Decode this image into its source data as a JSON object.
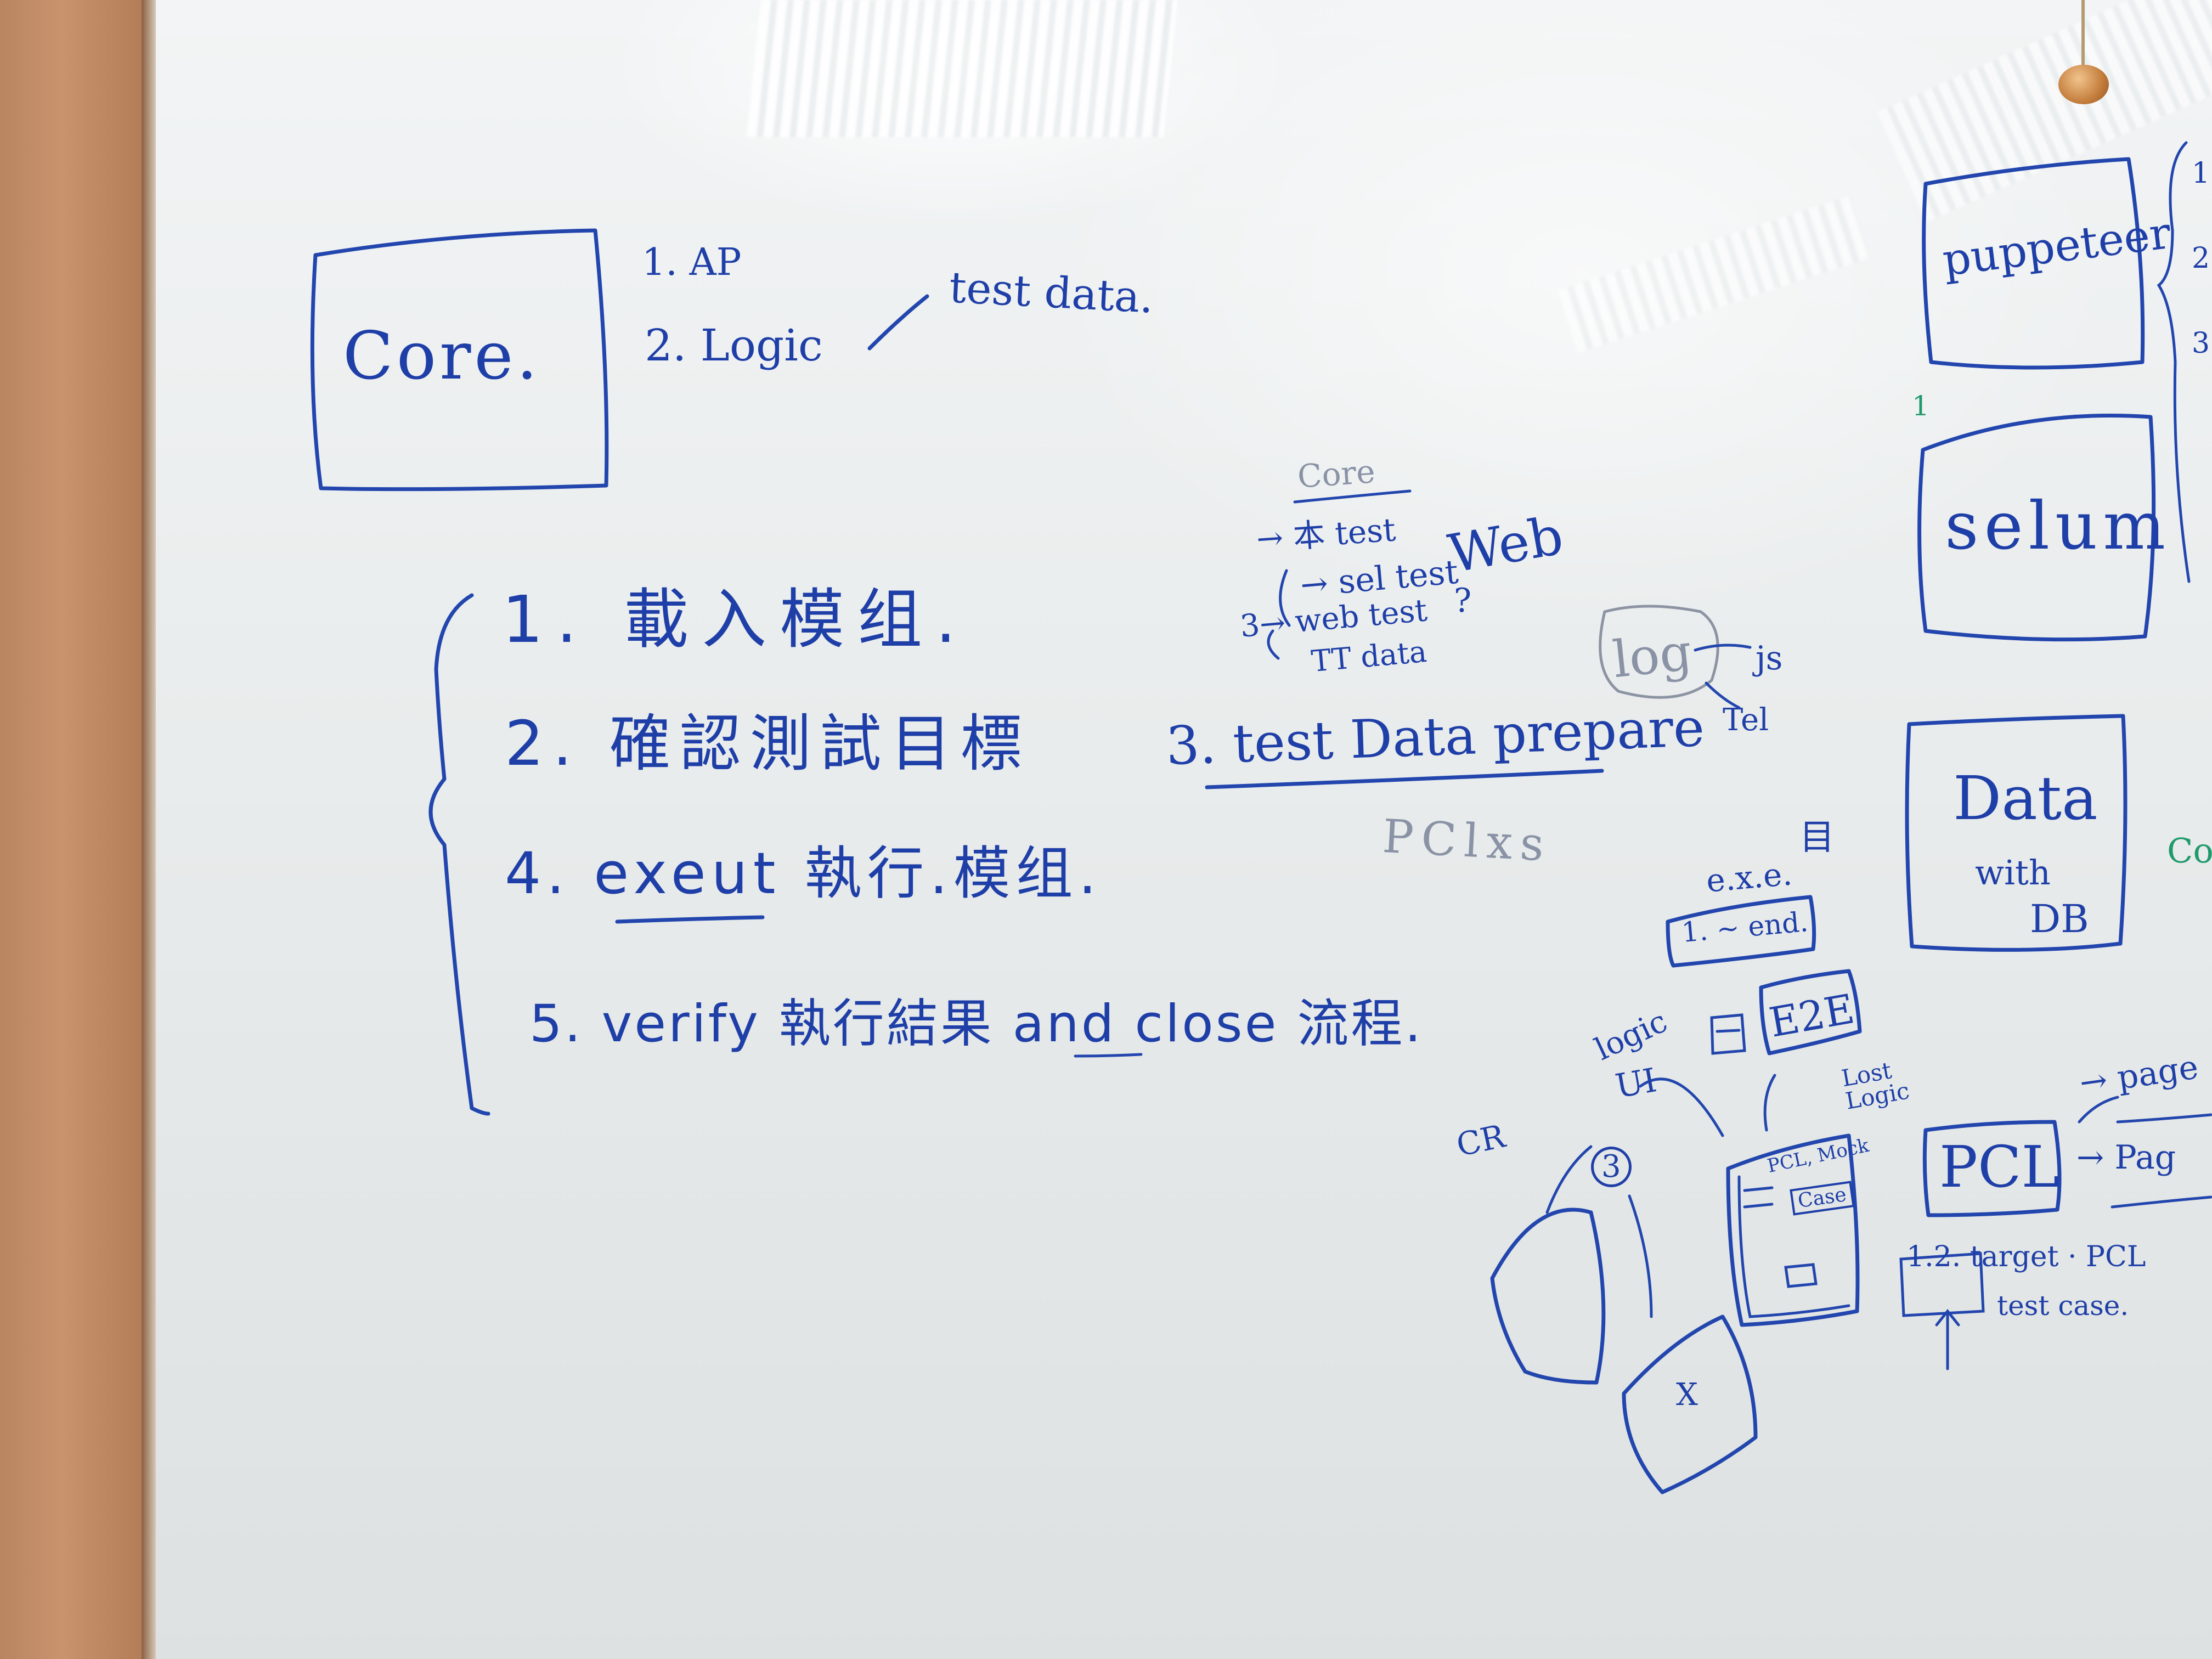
{
  "core_box": {
    "title": "Core.",
    "items": [
      "1. AP",
      "2. Logic"
    ],
    "branch": "test data."
  },
  "steps": [
    "1. 載入模组.",
    "2. 確認測試目標",
    "3. test Data prepare",
    "4. exeut 執行.模组.",
    "5. verify 執行結果 and close 流程."
  ],
  "side_notes": {
    "core_small": "Core",
    "list": [
      "→ 本 test",
      "→ sel test",
      "3→ web test",
      "TT data"
    ],
    "web": "Web",
    "question": "?",
    "log": "log",
    "log_targets": [
      "js",
      "Tel"
    ],
    "pclxs": "PClxs"
  },
  "right_boxes": {
    "puppeteer": "puppeteer",
    "selum": "selum",
    "data": [
      "Data",
      "with",
      "DB"
    ],
    "edge_digits": [
      "1",
      "2",
      "3"
    ],
    "green_mark": "1",
    "green_co": "Co"
  },
  "lower_right": {
    "exe": "e.x.e.",
    "exe_range": "1. ~ end.",
    "icon_char": "目",
    "logic": "logic",
    "ui": "UI",
    "cr": "CR",
    "step3": "3",
    "e2e": "E2E",
    "lost_logic": "Lost Logic",
    "pcl_case": [
      "PCL, Mock",
      "Case"
    ],
    "x_mark": "X",
    "pcl": "PCL",
    "page1": "→ page",
    "page2": "→ Pag",
    "target": [
      "1.2. target · PCL",
      "test case."
    ]
  }
}
